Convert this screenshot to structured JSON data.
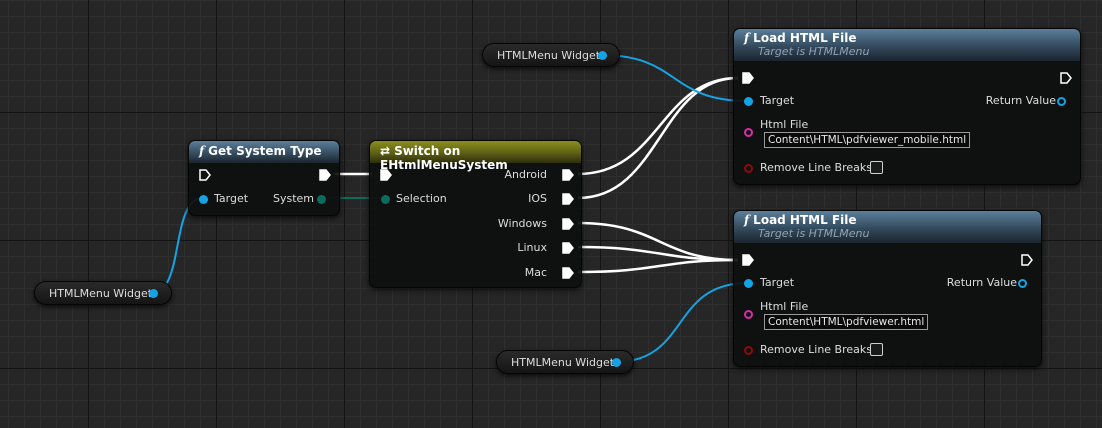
{
  "var_nodes": {
    "top": {
      "label": "HTMLMenu Widget"
    },
    "left": {
      "label": "HTMLMenu Widget"
    },
    "bottom": {
      "label": "HTMLMenu Widget"
    }
  },
  "get_system_type": {
    "title": "Get System Type",
    "pins": {
      "target": "Target",
      "system": "System"
    }
  },
  "switch_node": {
    "title": "Switch on EHtmlMenuSystem",
    "pins": {
      "selection": "Selection",
      "android": "Android",
      "ios": "IOS",
      "windows": "Windows",
      "linux": "Linux",
      "mac": "Mac"
    }
  },
  "load_top": {
    "title": "Load HTML File",
    "subtitle": "Target is HTMLMenu",
    "pins": {
      "target": "Target",
      "return_value": "Return Value",
      "html_file": "Html File",
      "remove_line_breaks": "Remove Line Breaks"
    },
    "html_file_value": "Content\\HTML\\pdfviewer_mobile.html",
    "remove_line_breaks_checked": false
  },
  "load_bottom": {
    "title": "Load HTML File",
    "subtitle": "Target is HTMLMenu",
    "pins": {
      "target": "Target",
      "return_value": "Return Value",
      "html_file": "Html File",
      "remove_line_breaks": "Remove Line Breaks"
    },
    "html_file_value": "Content\\HTML\\pdfviewer.html",
    "remove_line_breaks_checked": false
  },
  "colors": {
    "background": "#262626",
    "object_pin": "#14a4e6",
    "enum_pin": "#0d6b5e",
    "string_pin": "#d62ea9",
    "bool_pin": "#8e0a0a",
    "exec_wire": "#ffffff"
  }
}
